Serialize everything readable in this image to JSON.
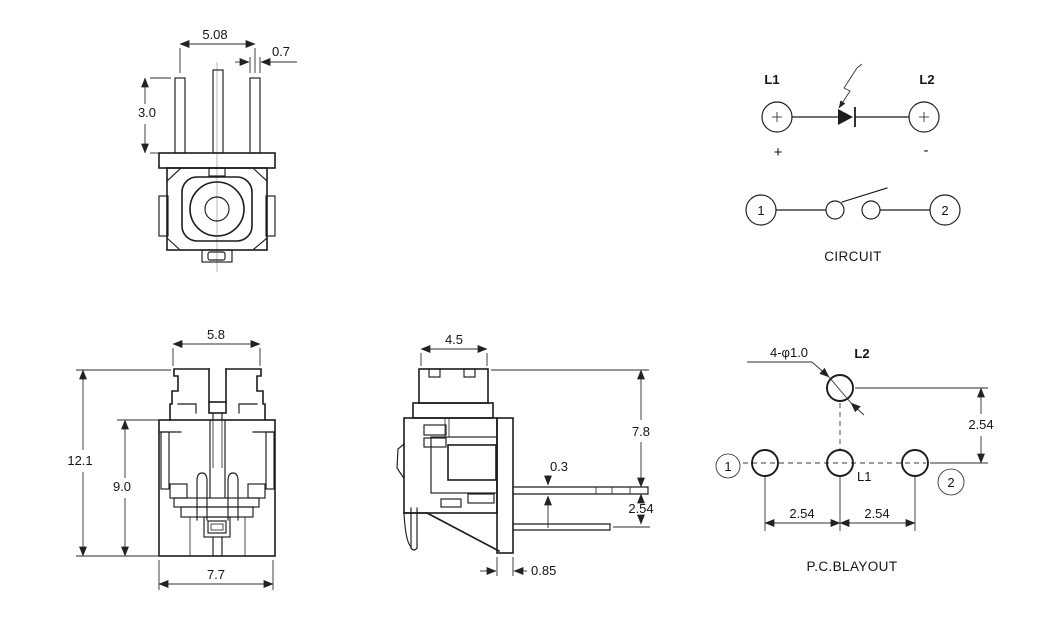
{
  "drawing": {
    "background": "#ffffff",
    "line_color": "#1c1c1c",
    "top_view": {
      "dims": {
        "pin_span": "5.08",
        "pin_width": "0.7",
        "pin_length": "3.0"
      }
    },
    "front_view": {
      "dims": {
        "cap_width": "5.8",
        "overall_height": "12.1",
        "body_height": "9.0",
        "base_width": "7.7"
      }
    },
    "side_view": {
      "dims": {
        "cap_depth": "4.5",
        "pin_thickness": "0.3",
        "top_to_pin": "7.8",
        "pin_pitch": "2.54",
        "bracket_thickness": "0.85"
      }
    },
    "circuit": {
      "terminal_l1": "L1",
      "terminal_l2": "L2",
      "polarity_positive": "+",
      "polarity_negative": "-",
      "terminal_1": "1",
      "terminal_2": "2",
      "caption": "CIRCUIT"
    },
    "pcb_layout": {
      "hole_callout": "4-φ1.0",
      "label_l2": "L2",
      "label_l1": "L1",
      "label_1": "1",
      "label_2": "2",
      "dim_row_offset": "2.54",
      "dim_pitch_left": "2.54",
      "dim_pitch_right": "2.54",
      "caption": "P.C.BLAYOUT"
    }
  }
}
